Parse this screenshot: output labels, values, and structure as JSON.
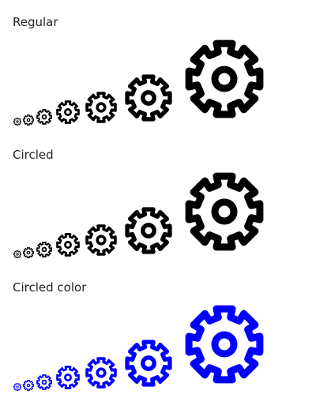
{
  "sections": [
    {
      "title": "Regular",
      "icon": "gear-icon",
      "icon_color": "#000000",
      "size_steps": 7
    },
    {
      "title": "Circled",
      "icon": "gear-icon",
      "icon_color": "#000000",
      "size_steps": 7
    },
    {
      "title": "Circled color",
      "icon": "gear-icon",
      "icon_color": "#0000ff",
      "size_steps": 7
    }
  ]
}
